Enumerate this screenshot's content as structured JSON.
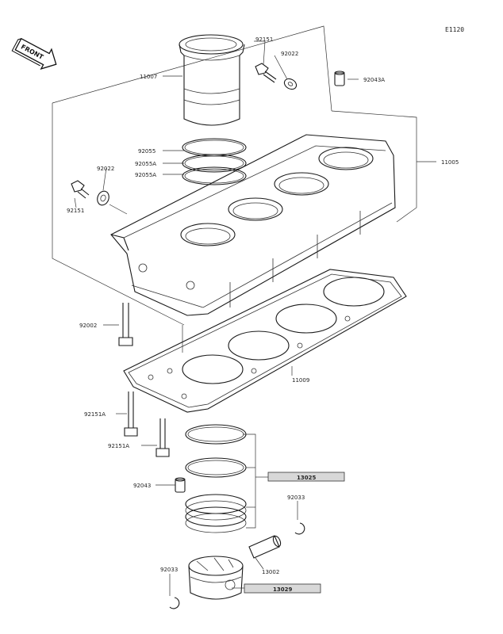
{
  "diagram_code": "E1120",
  "front_label": "FRONT",
  "callouts": {
    "p92151_top": "92151",
    "p92022_top": "92022",
    "p11007": "11007",
    "p92043a": "92043A",
    "p92055": "92055",
    "p92055a_1": "92055A",
    "p92055a_2": "92055A",
    "p11005": "11005",
    "p92022_left": "92022",
    "p92151_left": "92151",
    "p92002": "92002",
    "p11009": "11009",
    "p92151a_1": "92151A",
    "p92151a_2": "92151A",
    "p13025": "13025",
    "p92043": "92043",
    "p92033_right": "92033",
    "p13002": "13002",
    "p92033_left": "92033",
    "p13029": "13029"
  },
  "colors": {
    "line": "#1a1a1a",
    "highlight": "#d8d8d8"
  }
}
